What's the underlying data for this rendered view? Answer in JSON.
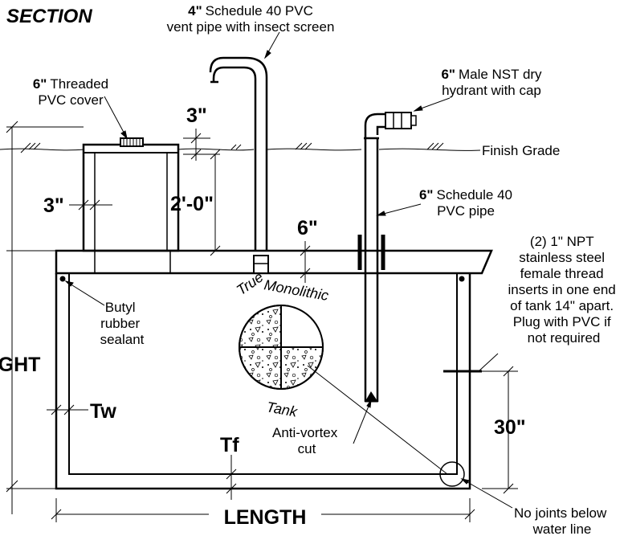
{
  "section_title": "SECTION",
  "vent_pipe": {
    "size": "4\"",
    "line1": "Schedule 40 PVC",
    "line2": "vent pipe with insect screen"
  },
  "cover": {
    "size": "6\"",
    "line1": "Threaded",
    "line2": "PVC cover"
  },
  "hydrant": {
    "size": "6\"",
    "line1": "Male NST dry",
    "line2": "hydrant with cap"
  },
  "finish_grade": "Finish Grade",
  "pvc_pipe": {
    "size": "6\"",
    "line1": "Schedule 40",
    "line2": "PVC pipe"
  },
  "dimensions": {
    "cover_above_grade": "3\"",
    "riser_height": "2'-0\"",
    "riser_wall": "3\"",
    "lid_thickness": "6\"",
    "wall": "Tw",
    "floor": "Tf",
    "water_line": "30\"",
    "length": "LENGTH",
    "height": "HEIGHT"
  },
  "inserts_note": [
    "(2) 1\" NPT",
    "stainless steel",
    "female thread",
    "inserts in one end",
    "of tank 14\" apart.",
    "Plug with PVC if",
    "not required"
  ],
  "sealant": [
    "Butyl",
    "rubber",
    "sealant"
  ],
  "anti_vortex": [
    "Anti-vortex",
    "cut"
  ],
  "joints_note": [
    "No joints below",
    "water line"
  ],
  "logo_text": {
    "top": "True Monolithic",
    "bottom": "Tank"
  }
}
